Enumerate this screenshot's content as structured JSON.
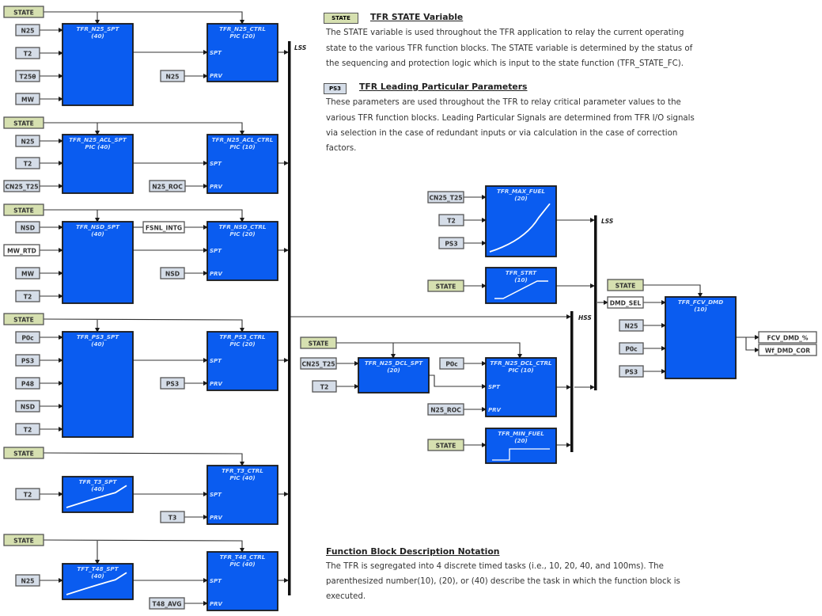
{
  "colors": {
    "block_fill": "#0a5cf0",
    "block_border": "#1a1a1a",
    "block_text": "#cfe2ff",
    "state_fill": "#d6e0b0",
    "param_fill": "#d5dde8",
    "plain_fill": "#ffffff",
    "wire": "#333333"
  },
  "legend": {
    "state_tag": "STATE",
    "state_title": "TFR STATE Variable",
    "state_text": [
      "The STATE variable is used throughout the TFR application to relay the current operating",
      "state to the various TFR function blocks. The STATE variable is determined by the status of",
      "the sequencing and protection logic which is input to the state function (TFR_STATE_FC)."
    ],
    "param_tag": "PS3",
    "param_title": "TFR Leading Particular Parameters",
    "param_text": [
      "These parameters are used throughout the TFR to relay critical parameter values to the",
      "various TFR function blocks.  Leading Particular Signals are determined from TFR I/O signals",
      "via selection in the case of redundant inputs or via calculation in the case of correction",
      "factors."
    ],
    "notation_title": "Function Block Description Notation",
    "notation_text": [
      "The TFR is segregated into 4 discrete timed tasks (i.e., 10, 20, 40, and 100ms).  The",
      "parenthesized number(10), (20), or (40) describe the task in which the function block is",
      "executed."
    ]
  },
  "selectors": {
    "lss_left": "LSS",
    "lss_right": "LSS",
    "hss": "HSS"
  },
  "signals": [
    {
      "id": "s1",
      "label": "STATE",
      "kind": "state"
    },
    {
      "id": "s2",
      "label": "N25",
      "kind": "param"
    },
    {
      "id": "s3",
      "label": "T2",
      "kind": "param"
    },
    {
      "id": "s4",
      "label": "T25θ",
      "kind": "param"
    },
    {
      "id": "s5",
      "label": "MW",
      "kind": "param"
    },
    {
      "id": "s6",
      "label": "N25",
      "kind": "param"
    },
    {
      "id": "s7",
      "label": "STATE",
      "kind": "state"
    },
    {
      "id": "s8",
      "label": "N25",
      "kind": "param"
    },
    {
      "id": "s9",
      "label": "T2",
      "kind": "param"
    },
    {
      "id": "s10",
      "label": "CN25_T25",
      "kind": "param"
    },
    {
      "id": "s11",
      "label": "N25_ROC",
      "kind": "param"
    },
    {
      "id": "s12",
      "label": "STATE",
      "kind": "state"
    },
    {
      "id": "s13",
      "label": "NSD",
      "kind": "param"
    },
    {
      "id": "s14",
      "label": "MW_RTD",
      "kind": "plain"
    },
    {
      "id": "s15",
      "label": "MW",
      "kind": "param"
    },
    {
      "id": "s16",
      "label": "T2",
      "kind": "param"
    },
    {
      "id": "s17",
      "label": "FSNL_INTG",
      "kind": "plain"
    },
    {
      "id": "s18",
      "label": "NSD",
      "kind": "param"
    },
    {
      "id": "s19",
      "label": "STATE",
      "kind": "state"
    },
    {
      "id": "s20",
      "label": "P0c",
      "kind": "param"
    },
    {
      "id": "s21",
      "label": "PS3",
      "kind": "param"
    },
    {
      "id": "s22",
      "label": "P48",
      "kind": "param"
    },
    {
      "id": "s23",
      "label": "NSD",
      "kind": "param"
    },
    {
      "id": "s24",
      "label": "T2",
      "kind": "param"
    },
    {
      "id": "s25",
      "label": "PS3",
      "kind": "param"
    },
    {
      "id": "s26",
      "label": "STATE",
      "kind": "state"
    },
    {
      "id": "s27",
      "label": "T2",
      "kind": "param"
    },
    {
      "id": "s28",
      "label": "T3",
      "kind": "param"
    },
    {
      "id": "s29",
      "label": "STATE",
      "kind": "state"
    },
    {
      "id": "s30",
      "label": "N25",
      "kind": "param"
    },
    {
      "id": "s31",
      "label": "T48_AVG",
      "kind": "param"
    },
    {
      "id": "s32",
      "label": "CN25_T25",
      "kind": "param"
    },
    {
      "id": "s33",
      "label": "T2",
      "kind": "param"
    },
    {
      "id": "s34",
      "label": "PS3",
      "kind": "param"
    },
    {
      "id": "s35",
      "label": "STATE",
      "kind": "state"
    },
    {
      "id": "s36",
      "label": "STATE",
      "kind": "state"
    },
    {
      "id": "s37",
      "label": "CN25_T25",
      "kind": "param"
    },
    {
      "id": "s38",
      "label": "T2",
      "kind": "param"
    },
    {
      "id": "s39",
      "label": "P0c",
      "kind": "param"
    },
    {
      "id": "s40",
      "label": "N25_ROC",
      "kind": "param"
    },
    {
      "id": "s41",
      "label": "STATE",
      "kind": "state"
    },
    {
      "id": "s42",
      "label": "STATE",
      "kind": "state"
    },
    {
      "id": "s43",
      "label": "DMD_SEL",
      "kind": "plain"
    },
    {
      "id": "s44",
      "label": "N25",
      "kind": "param"
    },
    {
      "id": "s45",
      "label": "P0c",
      "kind": "param"
    },
    {
      "id": "s46",
      "label": "PS3",
      "kind": "param"
    },
    {
      "id": "s47",
      "label": "FCV_DMD_%",
      "kind": "plain"
    },
    {
      "id": "s48",
      "label": "Wf_DMD_COR",
      "kind": "plain"
    }
  ],
  "blocks": [
    {
      "id": "b1",
      "name": "TFR_N25_SPT",
      "sub": "(40)",
      "ports": []
    },
    {
      "id": "b2",
      "name": "TFR_N25_CTRL",
      "sub": "PIC (20)",
      "ports": [
        "SPT",
        "PRV"
      ]
    },
    {
      "id": "b3",
      "name": "TFR_N25_ACL_SPT",
      "sub": "PIC (40)",
      "ports": []
    },
    {
      "id": "b4",
      "name": "TFR_N25_ACL_CTRL",
      "sub": "PIC (10)",
      "ports": [
        "SPT",
        "PRV"
      ]
    },
    {
      "id": "b5",
      "name": "TFR_NSD_SPT",
      "sub": "(40)",
      "ports": []
    },
    {
      "id": "b6",
      "name": "TFR_NSD_CTRL",
      "sub": "PIC (20)",
      "ports": [
        "SPT",
        "PRV"
      ]
    },
    {
      "id": "b7",
      "name": "TFR_PS3_SPT",
      "sub": "(40)",
      "ports": []
    },
    {
      "id": "b8",
      "name": "TFR_PS3_CTRL",
      "sub": "PIC (20)",
      "ports": [
        "SPT",
        "PRV"
      ]
    },
    {
      "id": "b9",
      "name": "TFR_T3_SPT",
      "sub": "(40)",
      "ports": []
    },
    {
      "id": "b10",
      "name": "TFR_T3_CTRL",
      "sub": "PIC (40)",
      "ports": [
        "SPT",
        "PRV"
      ]
    },
    {
      "id": "b11",
      "name": "TFT_T48_SPT",
      "sub": "(40)",
      "ports": []
    },
    {
      "id": "b12",
      "name": "TFR_T48_CTRL",
      "sub": "PIC (40)",
      "ports": [
        "SPT",
        "PRV"
      ]
    },
    {
      "id": "b13",
      "name": "TFR_MAX_FUEL",
      "sub": "(20)",
      "ports": []
    },
    {
      "id": "b14",
      "name": "TFR_STRT",
      "sub": "(10)",
      "ports": []
    },
    {
      "id": "b15",
      "name": "TFR_N25_DCL_SPT",
      "sub": "(20)",
      "ports": []
    },
    {
      "id": "b16",
      "name": "TFR_N25_DCL_CTRL",
      "sub": "PIC (10)",
      "ports": [
        "SPT",
        "PRV"
      ]
    },
    {
      "id": "b17",
      "name": "TFR_MIN_FUEL",
      "sub": "(20)",
      "ports": []
    },
    {
      "id": "b18",
      "name": "TFR_FCV_DMD",
      "sub": "(10)",
      "ports": []
    }
  ]
}
